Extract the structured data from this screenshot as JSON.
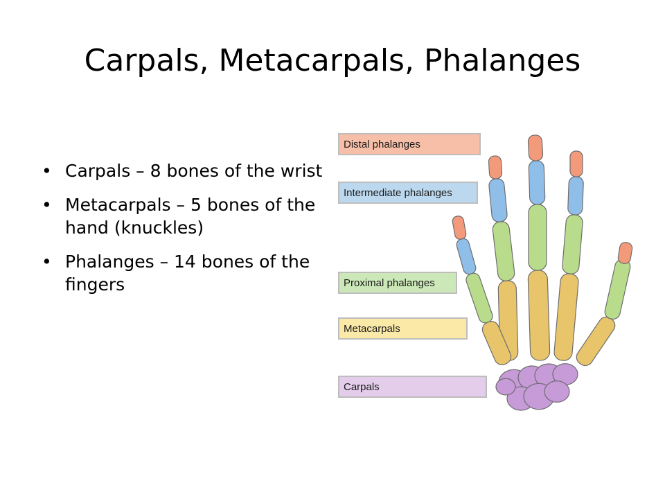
{
  "slide": {
    "title": "Carpals, Metacarpals, Phalanges",
    "bullets": [
      "Carpals – 8 bones of the wrist",
      "Metacarpals – 5 bones of the hand (knuckles)",
      "Phalanges – 14 bones of the fingers"
    ]
  },
  "diagram": {
    "labels": [
      {
        "text": "Distal phalanges",
        "color": "#f7bfa7"
      },
      {
        "text": "Intermediate phalanges",
        "color": "#bcd8ef"
      },
      {
        "text": "Proximal phalanges",
        "color": "#cde8b8"
      },
      {
        "text": "Metacarpals",
        "color": "#fbe9a8"
      },
      {
        "text": "Carpals",
        "color": "#e3cdea"
      }
    ],
    "bone_colors": {
      "distal": "#f39a7b",
      "intermediate": "#8fbfe8",
      "proximal": "#b8dc8c",
      "metacarpal": "#e8c56a",
      "carpal": "#c79ad8",
      "outline": "#6d6d6d"
    }
  }
}
